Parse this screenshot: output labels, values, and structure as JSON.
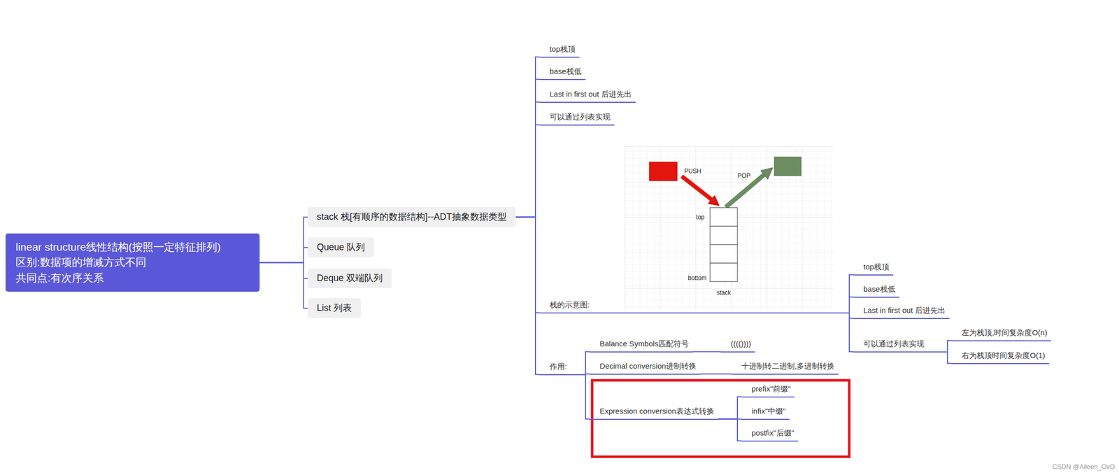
{
  "diagram": {
    "nodes": [
      {
        "text": [
          "linear structure线性结构(按照一定特征排列)",
          "区别:数据项的增减方式不同",
          "共同点:有次序关系"
        ]
      },
      {
        "text": [
          "stack 栈[有顺序的数据结构]--ADT抽象数据类型"
        ]
      },
      {
        "text": [
          "Queue 队列"
        ]
      },
      {
        "text": [
          "Deque 双端队列"
        ]
      },
      {
        "text": [
          "List 列表"
        ]
      },
      {
        "text": [
          "top栈顶"
        ]
      },
      {
        "text": [
          "base栈低"
        ]
      },
      {
        "text": [
          "Last in first out 后进先出"
        ]
      },
      {
        "text": [
          "可以通过列表实现"
        ]
      },
      {
        "text": [
          "栈的示意图:"
        ]
      },
      {
        "text": [
          "top栈顶"
        ]
      },
      {
        "text": [
          "base栈低"
        ]
      },
      {
        "text": [
          "Last in first out 后进先出"
        ]
      },
      {
        "text": [
          "可以通过列表实现"
        ]
      },
      {
        "text": [
          "左为栈顶,时间复杂度O(n)"
        ]
      },
      {
        "text": [
          "右为栈顶时间复杂度O(1)"
        ]
      },
      {
        "text": [
          "作用:"
        ]
      },
      {
        "text": [
          "Balance Symbols匹配符号"
        ]
      },
      {
        "text": [
          "(((())))"
        ]
      },
      {
        "text": [
          "Decimal conversion进制转换"
        ]
      },
      {
        "text": [
          "十进制转二进制,多进制转换"
        ]
      },
      {
        "text": [
          "Expression conversion表达式转换"
        ]
      },
      {
        "text": [
          "prefix\"前缀\""
        ]
      },
      {
        "text": [
          "infix\"中缀\""
        ]
      },
      {
        "text": [
          "postfix\"后缀\""
        ]
      }
    ],
    "edges": [
      {
        "from": 0,
        "to": 1,
        "arrow": "none"
      },
      {
        "from": 0,
        "to": 2,
        "arrow": "none"
      },
      {
        "from": 0,
        "to": 3,
        "arrow": "none"
      },
      {
        "from": 0,
        "to": 4,
        "arrow": "none"
      },
      {
        "from": 1,
        "to": 5,
        "arrow": "none"
      },
      {
        "from": 1,
        "to": 6,
        "arrow": "none"
      },
      {
        "from": 1,
        "to": 7,
        "arrow": "none"
      },
      {
        "from": 1,
        "to": 8,
        "arrow": "none"
      },
      {
        "from": 1,
        "to": 9,
        "arrow": "none"
      },
      {
        "from": 1,
        "to": 16,
        "arrow": "none"
      },
      {
        "from": 9,
        "to": 10,
        "arrow": "none"
      },
      {
        "from": 9,
        "to": 11,
        "arrow": "none"
      },
      {
        "from": 9,
        "to": 12,
        "arrow": "none"
      },
      {
        "from": 9,
        "to": 13,
        "arrow": "none"
      },
      {
        "from": 13,
        "to": 14,
        "arrow": "none"
      },
      {
        "from": 13,
        "to": 15,
        "arrow": "none"
      },
      {
        "from": 16,
        "to": 17,
        "arrow": "none"
      },
      {
        "from": 16,
        "to": 19,
        "arrow": "none"
      },
      {
        "from": 16,
        "to": 21,
        "arrow": "none"
      },
      {
        "from": 17,
        "to": 18,
        "arrow": "none"
      },
      {
        "from": 19,
        "to": 20,
        "arrow": "none"
      },
      {
        "from": 21,
        "to": 22,
        "arrow": "none"
      },
      {
        "from": 21,
        "to": 23,
        "arrow": "none"
      },
      {
        "from": 21,
        "to": 24,
        "arrow": "none"
      }
    ],
    "labels": [
      "PUSH",
      "POP",
      "top",
      "bottom",
      "stack",
      "CSDN @Aileen_OvO"
    ]
  }
}
